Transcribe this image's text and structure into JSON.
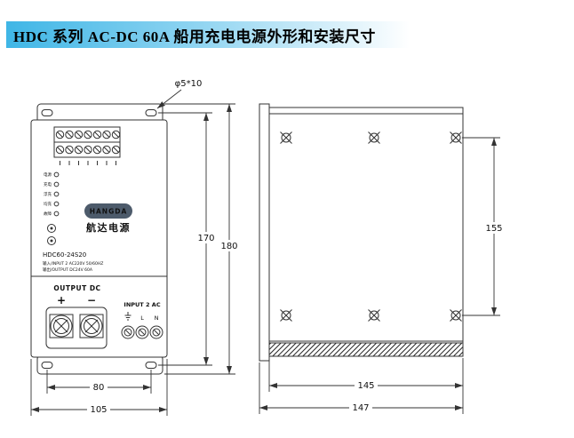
{
  "title": "HDC 系列 AC-DC 60A 船用充电电源外形和安装尺寸",
  "colors": {
    "banner_blue": "#3fb6e6",
    "line": "#333333",
    "logo_bg": "#4d5b6b"
  },
  "front": {
    "hole_label": "φ5*10",
    "dims": {
      "height_holes": "170",
      "height_overall": "180",
      "width_holes": "80",
      "width_overall": "105"
    },
    "indicators": [
      "电源",
      "充电",
      "浮充",
      "均充",
      "故障"
    ],
    "logo": "HANGDA",
    "logo_cn": "航达电源",
    "model": "HDC60-24S20",
    "spec_line1": "输入/INPUT 2 AC220V 50/60HZ",
    "spec_line2": "输出/OUTPUT DC24V 60A",
    "output_label": "OUTPUT DC",
    "plus": "+",
    "minus": "−",
    "input_label": "INPUT 2 AC",
    "terminals": {
      "ground_icon": "earth-ground-symbol",
      "line": "L",
      "neutral": "N"
    }
  },
  "side": {
    "dims": {
      "height_holes": "155",
      "width_holes": "145",
      "width_overall": "147"
    }
  }
}
